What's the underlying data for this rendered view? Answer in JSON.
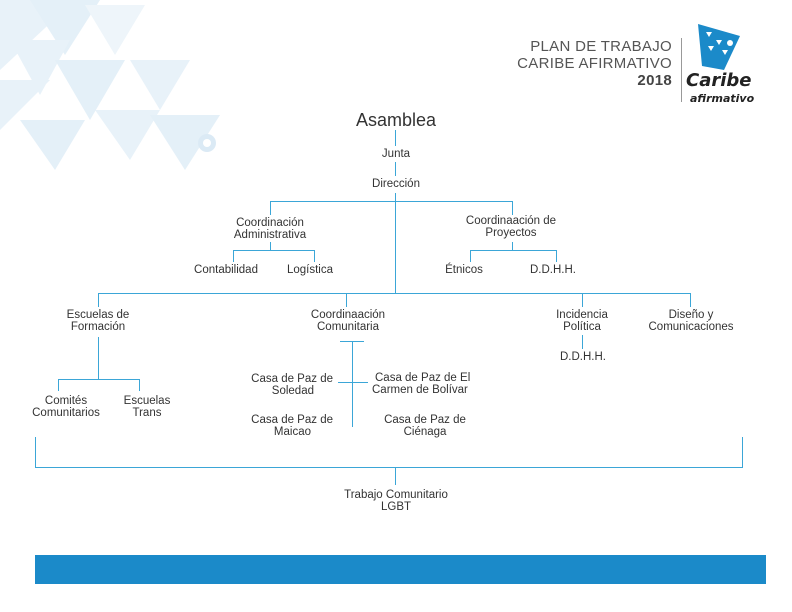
{
  "header": {
    "line1": "PLAN DE TRABAJO",
    "line2": "CARIBE AFIRMATIVO",
    "year": "2018"
  },
  "logo": {
    "line1": "Caribe",
    "line2": "afirmativo"
  },
  "org": {
    "asamblea": "Asamblea",
    "junta": "Junta",
    "direccion": "Dirección",
    "coord_admin": [
      "Coordinación",
      "Administrativa"
    ],
    "contabilidad": "Contabilidad",
    "logistica": "Logística",
    "coord_proyectos": [
      "Coordinaación de",
      "Proyectos"
    ],
    "etnicos": "Étnicos",
    "ddhh_1": "D.D.H.H.",
    "escuelas_formacion": [
      "Escuelas de",
      "Formación"
    ],
    "comites": [
      "Comités",
      "Comunitarios"
    ],
    "escuelas_trans": [
      "Escuelas",
      "Trans"
    ],
    "coord_comunitaria": [
      "Coordinaación",
      "Comunitaria"
    ],
    "casa_soledad": [
      "Casa de Paz de",
      "Soledad"
    ],
    "casa_maicao": [
      "Casa de Paz de",
      "Maicao"
    ],
    "casa_carmen": [
      "Casa de Paz de El",
      "Carmen de Bolívar"
    ],
    "casa_cienaga": [
      "Casa de Paz de",
      "Ciénaga"
    ],
    "incidencia": [
      "Incidencia",
      "Política"
    ],
    "ddhh_2": "D.D.H.H.",
    "diseno": [
      "Diseño y",
      "Comunicaciones"
    ],
    "trabajo": [
      "Trabajo Comunitario",
      "LGBT"
    ]
  },
  "colors": {
    "line": "#3ba6d7",
    "band": "#1b8ac9",
    "watermark": "#e3eff7",
    "logo": "#1b8ac9"
  }
}
